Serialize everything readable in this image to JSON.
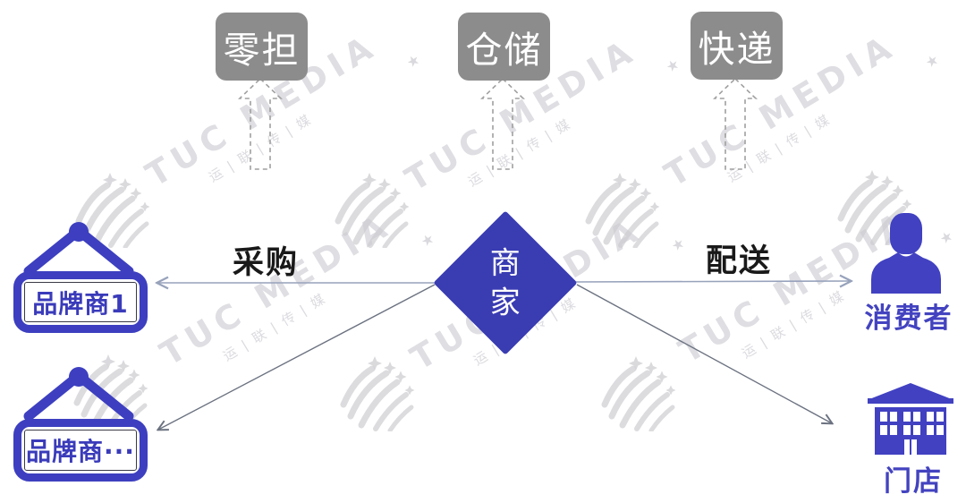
{
  "watermark": {
    "brand": "TUC MEDIA",
    "brand_cn": "运|联|传|媒",
    "star": "★"
  },
  "diagram": {
    "top_services": [
      {
        "label": "零担"
      },
      {
        "label": "仓储"
      },
      {
        "label": "快递"
      }
    ],
    "center_node": {
      "label": "商家",
      "line1": "商",
      "line2": "家"
    },
    "edges": {
      "procure_label": "采购",
      "deliver_label": "配送"
    },
    "left_nodes": [
      {
        "label": "品牌商1"
      },
      {
        "label": "品牌商···"
      }
    ],
    "right_nodes": [
      {
        "label": "消费者"
      },
      {
        "label": "门店"
      }
    ],
    "colors": {
      "indigo_diamond": "#3a3cb2",
      "indigo_sign": "#3d3fc0",
      "icon_blue": "#4141c2",
      "label_blue": "#4343c0",
      "gray_box": "#8c8c8c",
      "label_dark": "#191919",
      "arrow_light": "#97a2bb",
      "arrow_dark": "#6b7280",
      "dashed_gray": "#9f9f9f",
      "watermark_gray": "#cbcbd2"
    }
  }
}
